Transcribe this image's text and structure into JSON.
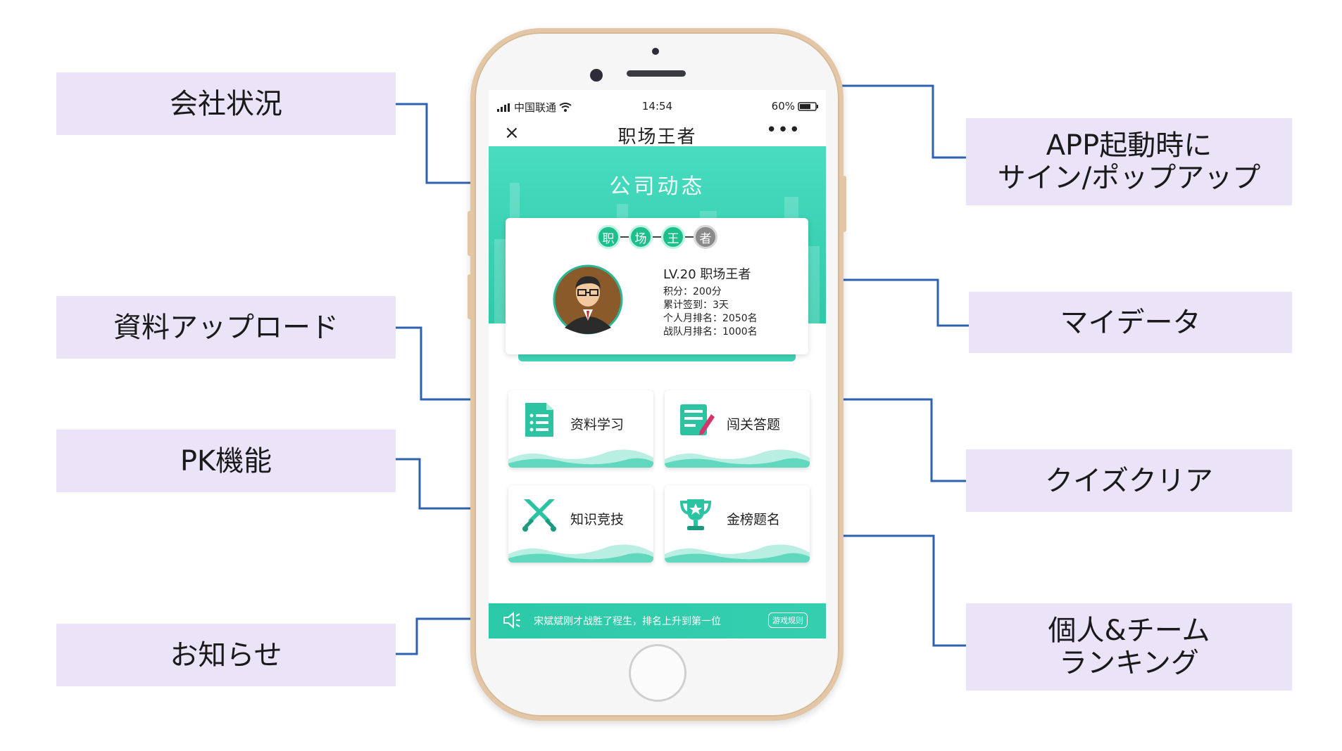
{
  "callouts": {
    "company": "会社状況",
    "upload": "資料アップロード",
    "pk": "PK機能",
    "notice": "お知らせ",
    "signin": "APP起動時に\nサイン/ポップアップ",
    "mydata": "マイデータ",
    "quiz": "クイズクリア",
    "ranking": "個人&チーム\nランキング"
  },
  "status": {
    "carrier": "中国联通",
    "time": "14:54",
    "battery": "60%"
  },
  "titlebar": {
    "close": "×",
    "title": "职场王者",
    "more": "•••"
  },
  "hero": {
    "title": "公司动态"
  },
  "profile": {
    "chain": [
      "职",
      "场",
      "王",
      "者"
    ],
    "level": "LV.20 职场王者",
    "points": "积分：200分",
    "checkin": "累计签到：3天",
    "personal_rank": "个人月排名：2050名",
    "team_rank": "战队月排名：1000名"
  },
  "cards": {
    "study": "资料学习",
    "quiz": "闯关答题",
    "pk": "知识竞技",
    "rank": "金榜题名"
  },
  "notice": {
    "text": "宋斌斌刚才战胜了程生，排名上升到第一位",
    "rules": "游戏规则"
  },
  "colors": {
    "accent": "#2ec9a9",
    "callout_bg": "#ebe4f9",
    "line": "#2e62b0"
  },
  "icons": [
    "signal-icon",
    "wifi-icon",
    "battery-icon",
    "close-icon",
    "more-icon",
    "document-list-icon",
    "edit-note-icon",
    "crossed-swords-icon",
    "trophy-icon",
    "speaker-icon"
  ]
}
